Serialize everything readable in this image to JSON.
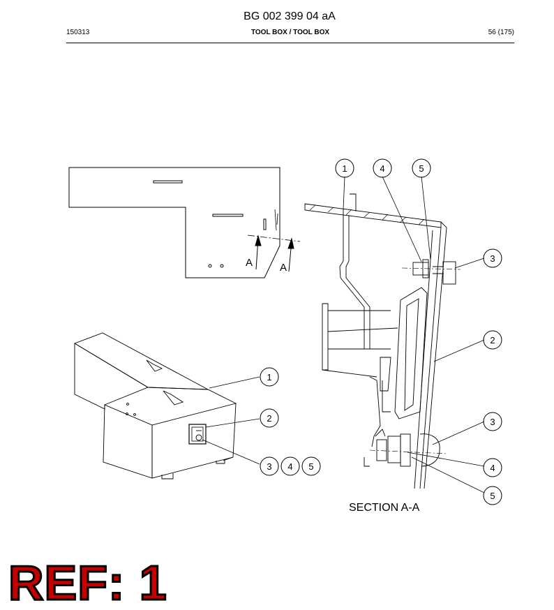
{
  "header": {
    "doc_number": "BG 002 399 04 aA",
    "date": "150313",
    "title": "TOOL BOX / TOOL BOX",
    "page": "56 (175)"
  },
  "top_view": {
    "section_marks": [
      "A",
      "A"
    ]
  },
  "iso_view": {
    "callouts": [
      "1",
      "2",
      "3",
      "4",
      "5"
    ]
  },
  "section_view": {
    "caption": "SECTION A-A",
    "callouts_top": [
      "1",
      "4",
      "5"
    ],
    "callouts_right": [
      "3",
      "2",
      "3",
      "4",
      "5"
    ]
  },
  "ref_label": "REF: 1"
}
